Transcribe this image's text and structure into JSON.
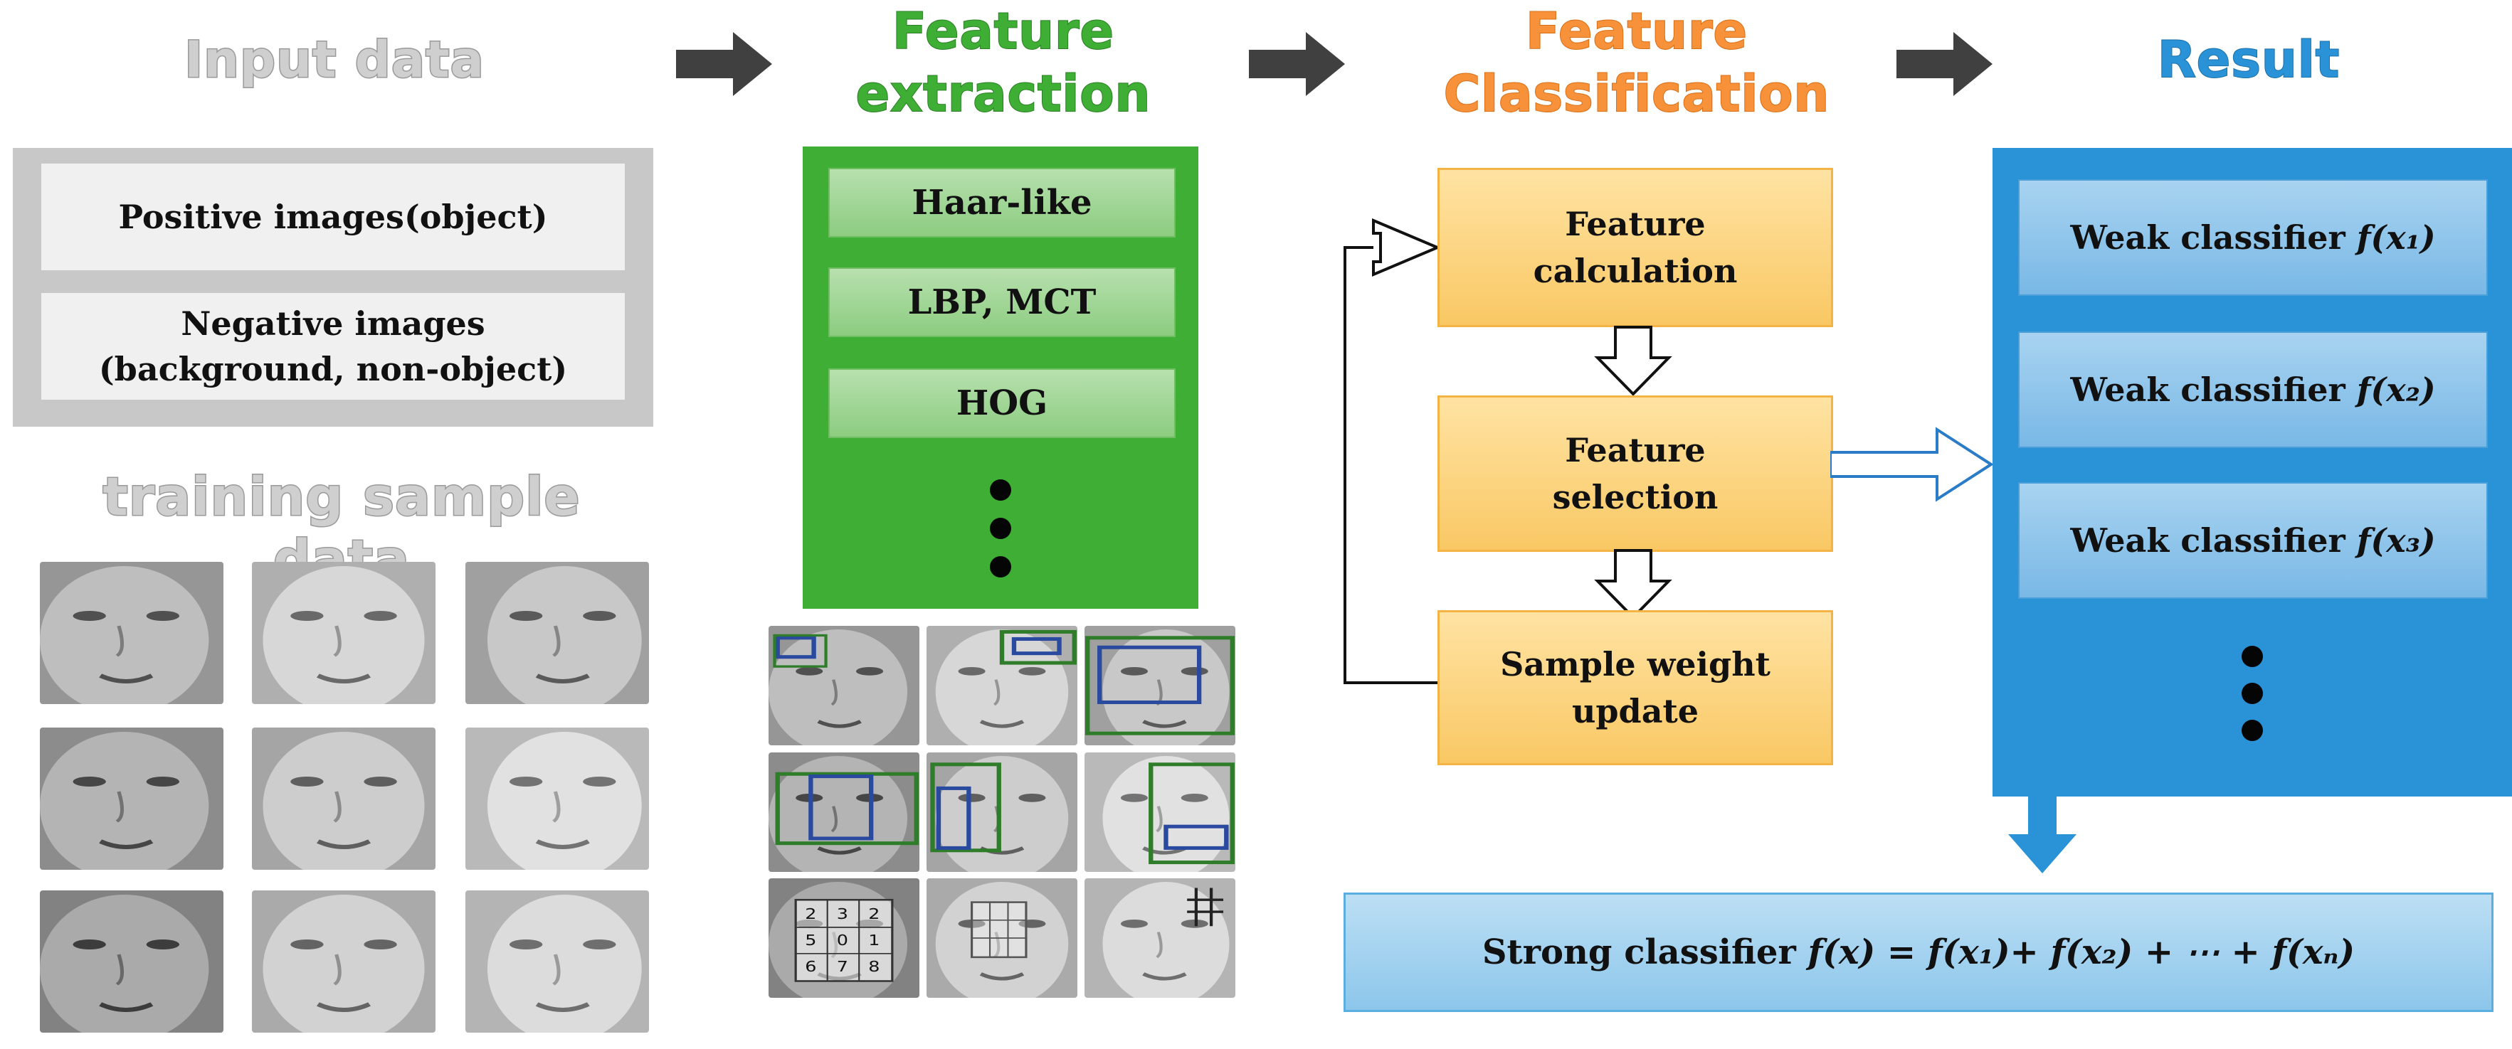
{
  "stages": {
    "input_title": "Input data",
    "extraction_title_line1": "Feature",
    "extraction_title_line2": "extraction",
    "classification_title_line1": "Feature",
    "classification_title_line2": "Classification",
    "result_title": "Result"
  },
  "input": {
    "positive": "Positive images(object)",
    "negative_line1": "Negative images",
    "negative_line2": "(background, non-object)",
    "training_label": "training sample data"
  },
  "extraction": {
    "items": [
      "Haar-like",
      "LBP, MCT",
      "HOG"
    ]
  },
  "classification": {
    "calc_line1": "Feature",
    "calc_line2": "calculation",
    "sel_line1": "Feature",
    "sel_line2": "selection",
    "upd_line1": "Sample weight",
    "upd_line2": "update"
  },
  "result": {
    "weak_label": "Weak classifier",
    "weak_args": [
      "(x₁)",
      "(x₂)",
      "(x₃)"
    ],
    "strong_label": "Strong classifier",
    "strong_formula": "(x) = f(x₁)+ f(x₂) + ⋯ + f(xₙ)"
  },
  "lbp_grid": [
    "2",
    "3",
    "2",
    "5",
    "0",
    "1",
    "6",
    "7",
    "8"
  ],
  "colors": {
    "gray_panel": "#c8c8c8",
    "green": "#3eae34",
    "orange": "#f9c864",
    "blue": "#2a93d8",
    "arrow": "#404040"
  }
}
